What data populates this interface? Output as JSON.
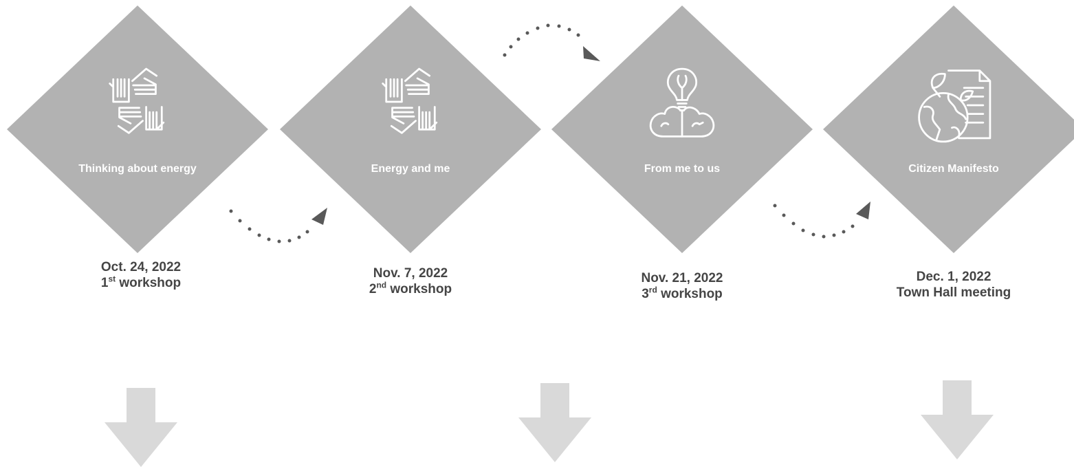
{
  "stages": [
    {
      "title": "Thinking about energy",
      "date": "Oct. 24, 2022",
      "ordinal": "1",
      "ordinal_suffix": "st",
      "event": "workshop",
      "icon": "hands-circle-icon"
    },
    {
      "title": "Energy and me",
      "date": "Nov. 7, 2022",
      "ordinal": "2",
      "ordinal_suffix": "nd",
      "event": "workshop",
      "icon": "hands-circle-icon"
    },
    {
      "title": "From me to us",
      "date": "Nov. 21, 2022",
      "ordinal": "3",
      "ordinal_suffix": "rd",
      "event": "workshop",
      "icon": "lightbulb-cloud-icon"
    },
    {
      "title": "Citizen Manifesto",
      "date": "Dec. 1, 2022",
      "ordinal": "",
      "ordinal_suffix": "",
      "event": "Town Hall meeting",
      "icon": "globe-document-icon"
    }
  ],
  "colors": {
    "diamond": "#b2b2b2",
    "caption": "#454545",
    "arrow": "#d9d9d9",
    "connector": "#595959"
  }
}
